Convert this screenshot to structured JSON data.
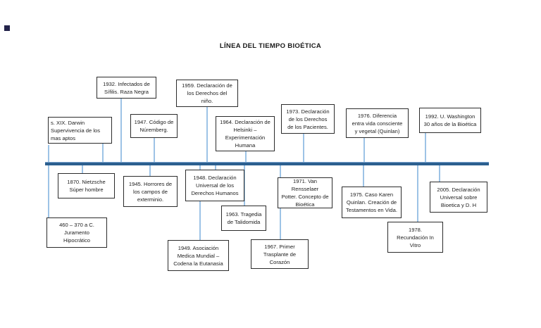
{
  "title": "LÍNEA DEL TIEMPO BIOÉTICA",
  "diagram": {
    "timeline_color": "#2B5F8F",
    "connector_color": "#9DC3E6",
    "events_above": [
      {
        "id": "darwin",
        "label": "s. XIX. Darwin\nSupervivencia de los\nmas aptos"
      },
      {
        "id": "1932",
        "label": "1932. Infectados de\nSífilis. Raza Negra"
      },
      {
        "id": "1947",
        "label": "1947. Código de\nNúremberg."
      },
      {
        "id": "1959",
        "label": "1959. Declaración de\nlos Derechos del\nniño."
      },
      {
        "id": "1964",
        "label": "1964. Declaración de\nHelsinki –\nExperimentación\nHumana"
      },
      {
        "id": "1973",
        "label": "1973. Declaración\nde los Derechos\nde los Pacientes."
      },
      {
        "id": "1976",
        "label": "1976. Diferencia\nentra vida consciente\ny vegetal (Quinlan)"
      },
      {
        "id": "1992",
        "label": "1992. U. Washington\n30 años de la Bioética"
      }
    ],
    "events_below": [
      {
        "id": "1870",
        "label": "1870. Nietzsche\nSúper hombre"
      },
      {
        "id": "460-370",
        "label": "460 – 370 a C.\nJuramento\nHipocrático"
      },
      {
        "id": "1945",
        "label": "1945. Horrores de\nlos campos de\nexterminio."
      },
      {
        "id": "1948",
        "label": "1948. Declaración\nUniversal de los\nDerechos Humanos"
      },
      {
        "id": "1963",
        "label": "1963. Tragedia\nde Talidomida"
      },
      {
        "id": "1949",
        "label": "1949. Asociación\nMedica Mundial –\nCodena la Eutanasia"
      },
      {
        "id": "1967",
        "label": "1967. Primer\nTrasplante de\nCorazón"
      },
      {
        "id": "1971",
        "label": "1971. Van Rensselaer\nPotter. Concepto de\nBioética"
      },
      {
        "id": "1975",
        "label": "1975. Caso Karen\nQuinlan. Creación de\nTestamentos en Vida."
      },
      {
        "id": "1978",
        "label": "1978.\nRecundación In\nVitro"
      },
      {
        "id": "2005",
        "label": "2005. Declaración\nUniversal sobre\nBioetica y D. H"
      }
    ]
  }
}
